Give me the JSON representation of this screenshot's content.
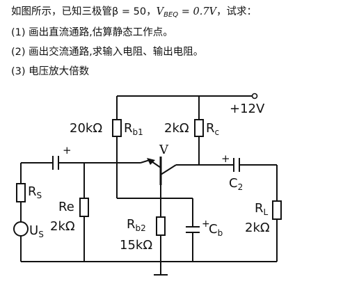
{
  "question": {
    "line1_prefix": "如图所示，已知三极管β = 50，",
    "vbeq_main": "V",
    "vbeq_sub": "BEQ",
    "vbeq_value": " = 0.7V",
    "line1_suffix": "，试求：",
    "item1": "(1) 画出直流通路,估算静态工作点。",
    "item2": "(2) 画出交流通路,求输入电阻、输出电阻。",
    "item3": "(3) 电压放大倍数"
  },
  "circuit": {
    "supply": "+12V",
    "rb1_value": "20kΩ",
    "rb1_name": "R",
    "rb1_sub": "b1",
    "rc_value": "2kΩ",
    "rc_name": "R",
    "rc_sub": "c",
    "transistor": "V",
    "c1_plus": "+",
    "c2_plus": "+",
    "c2_name": "C",
    "c2_sub": "2",
    "rs_name": "R",
    "rs_sub": "S",
    "us_name": "U",
    "us_sub": "S",
    "re_name": "Re",
    "re_value": "2kΩ",
    "rb2_name": "R",
    "rb2_sub": "b2",
    "rb2_value": "15kΩ",
    "cb_plus": "+",
    "cb_name": "C",
    "cb_sub": "b",
    "rl_name": "R",
    "rl_sub": "L",
    "rl_value": "2kΩ"
  }
}
